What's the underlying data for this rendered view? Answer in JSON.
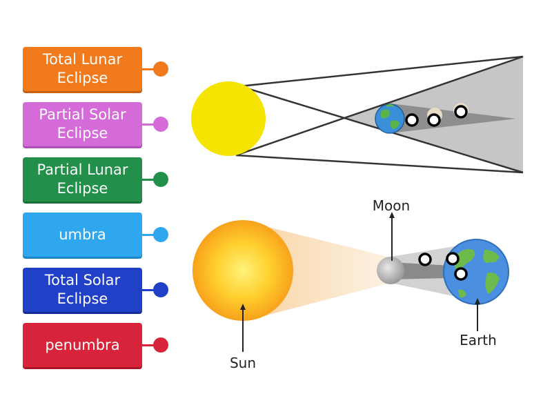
{
  "labels": [
    {
      "id": "total-lunar-eclipse",
      "text": "Total Lunar\nEclipse",
      "color": "#f07a1c",
      "shadow": "#c95f0c"
    },
    {
      "id": "partial-solar-eclipse",
      "text": "Partial Solar\nEclipse",
      "color": "#d56bd8",
      "shadow": "#b04fb3"
    },
    {
      "id": "partial-lunar-eclipse",
      "text": "Partial Lunar\nEclipse",
      "color": "#22904a",
      "shadow": "#176e37"
    },
    {
      "id": "umbra",
      "text": "umbra",
      "color": "#2ea7ee",
      "shadow": "#1a86c9"
    },
    {
      "id": "total-solar-eclipse",
      "text": "Total Solar\nEclipse",
      "color": "#2140c8",
      "shadow": "#142c9b"
    },
    {
      "id": "penumbra",
      "text": "penumbra",
      "color": "#d8243a",
      "shadow": "#a91628"
    }
  ],
  "diagram_labels": {
    "moon": "Moon",
    "sun": "Sun",
    "earth": "Earth"
  },
  "colors": {
    "sun_top": "#f5e400",
    "shadow_gray": "#c8c8c8",
    "umbra_dark": "#8c8c8c",
    "earth_ocean": "#3b8fd9",
    "earth_land": "#5bb34a"
  }
}
